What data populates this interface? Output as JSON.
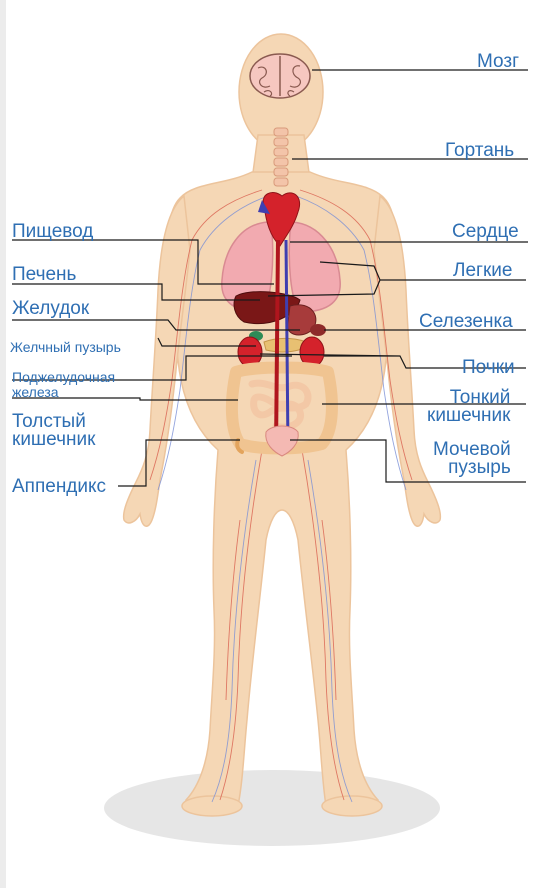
{
  "labels": {
    "brain": "Мозг",
    "larynx": "Гортань",
    "esophagus": "Пищевод",
    "heart": "Сердце",
    "liver": "Печень",
    "lungs": "Легкие",
    "stomach": "Желудок",
    "spleen": "Селезенка",
    "gallbladder": "Желчный пузырь",
    "kidneys": "Почки",
    "pancreas_1": "Поджелудочная",
    "pancreas_2": "железа",
    "small_intestine_1": "Тонкий",
    "small_intestine_2": "кишечник",
    "large_intestine_1": "Толстый",
    "large_intestine_2": "кишечник",
    "bladder_1": "Мочевой",
    "bladder_2": "пузырь",
    "appendix": "Аппендикс"
  },
  "colors": {
    "label_text": "#2f6fb3",
    "leader_line": "#1a1a1a",
    "skin": "#f5d7b5",
    "skin_outline": "#e9bf96",
    "organ_red": "#d4222b",
    "lung_pink": "#f2aab0",
    "intestine": "#f0c491",
    "floor_shadow": "#e5e5e5"
  }
}
